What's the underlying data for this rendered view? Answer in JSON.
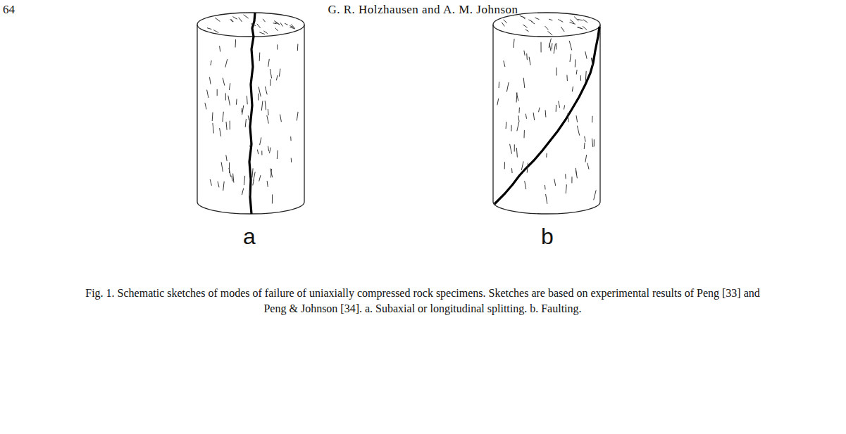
{
  "diagram": {
    "caption": "Fig. 1. Schematic sketches of modes of failure of uniaxially compressed rock specimens. Sketches are based on experimental results of Peng [33] and Peng & Johnson [34]. a. Subaxial or longitudinal splitting. b. Faulting.",
    "labels": [
      "64",
      "G. R. Holzhausen and A. M. Johnson",
      "a",
      "b"
    ]
  }
}
